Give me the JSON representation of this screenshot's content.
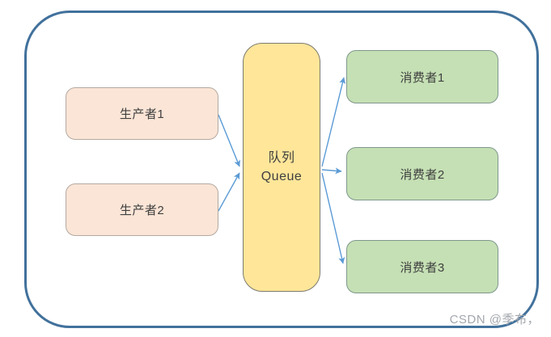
{
  "diagram": {
    "title_hint": "producer-consumer queue diagram",
    "producers": [
      {
        "label": "生产者1"
      },
      {
        "label": "生产者2"
      }
    ],
    "queue": {
      "label_cn": "队列",
      "label_en": "Queue"
    },
    "consumers": [
      {
        "label": "消费者1"
      },
      {
        "label": "消费者2"
      },
      {
        "label": "消费者3"
      }
    ],
    "arrows": [
      {
        "from": "producer-1",
        "to": "queue"
      },
      {
        "from": "producer-2",
        "to": "queue"
      },
      {
        "from": "queue",
        "to": "consumer-1"
      },
      {
        "from": "queue",
        "to": "consumer-2"
      },
      {
        "from": "queue",
        "to": "consumer-3"
      }
    ],
    "colors": {
      "outer_border": "#41719c",
      "producer_fill": "#fbe5d6",
      "producer_border": "#b3a9a1",
      "queue_fill": "#ffe699",
      "queue_border": "#7c7a6e",
      "consumer_fill": "#c5e0b4",
      "consumer_border": "#7e978c",
      "arrow": "#5b9bd5",
      "text": "#3f3f3f",
      "watermark": "#a3a7ad"
    }
  },
  "watermark": {
    "text": "CSDN @季布，"
  }
}
